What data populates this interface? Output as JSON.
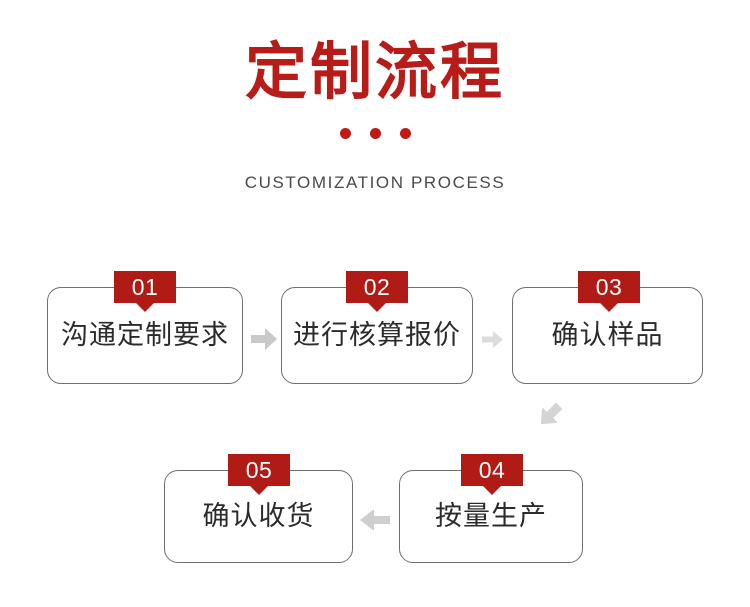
{
  "header": {
    "title": "定制流程",
    "subtitle": "CUSTOMIZATION PROCESS",
    "dots_count": 3,
    "title_color": "#b81c18",
    "dot_color": "#c01a15",
    "subtitle_color": "#4a4a4a"
  },
  "flow": {
    "badge_color": "#b01b16",
    "badge_text_color": "#ffffff",
    "box_border_color": "#6f6f6f",
    "box_text_color": "#2b2b2b",
    "steps": [
      {
        "number": "01",
        "label": "沟通定制要求"
      },
      {
        "number": "02",
        "label": "进行核算报价"
      },
      {
        "number": "03",
        "label": "确认样品"
      },
      {
        "number": "04",
        "label": "按量生产"
      },
      {
        "number": "05",
        "label": "确认收货"
      }
    ],
    "connectors": [
      {
        "name": "arrow-step1-to-step2",
        "direction": "right",
        "color": "#c9c9c9"
      },
      {
        "name": "arrow-step2-to-step3",
        "direction": "right",
        "color": "#dcdcdc"
      },
      {
        "name": "arrow-step3-to-step4",
        "direction": "down-left",
        "color": "#d4d4d4"
      },
      {
        "name": "arrow-step4-to-step5",
        "direction": "left",
        "color": "#cfcfcf"
      }
    ]
  }
}
